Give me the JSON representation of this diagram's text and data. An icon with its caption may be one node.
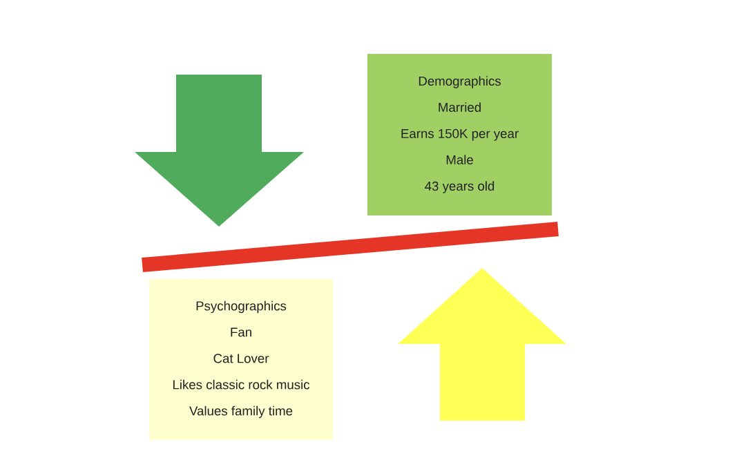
{
  "diagram": {
    "nodes": [
      {
        "text": [
          "Demographics",
          "Married",
          "Earns 150K per year",
          "Male",
          "43 years old"
        ]
      },
      {
        "text": [],
        "shape": "bar"
      },
      {
        "text": [
          "Psychographics",
          "Fan",
          "Cat Lover",
          "Likes classic rock music",
          "Values family time"
        ]
      }
    ]
  }
}
